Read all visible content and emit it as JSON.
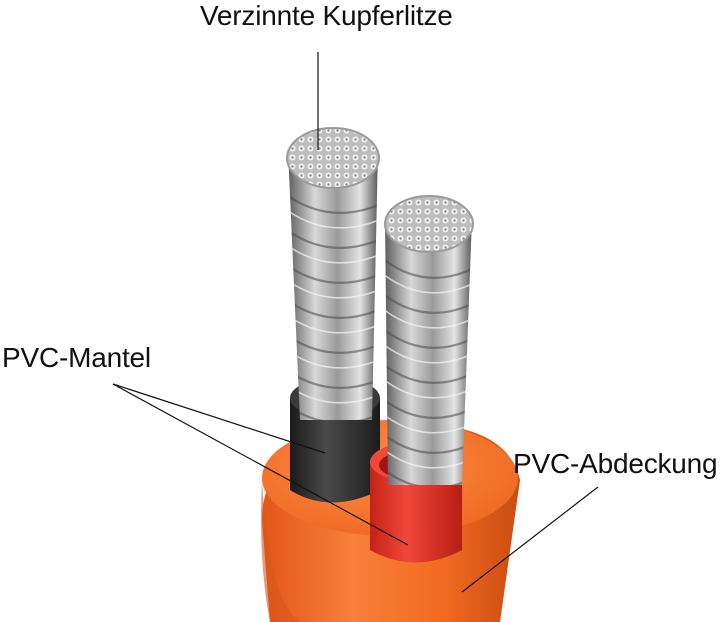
{
  "labels": {
    "copper_strand": "Verzinnte Kupferlitze",
    "pvc_jacket": "PVC-Mantel",
    "pvc_cover": "PVC-Abdeckung"
  },
  "colors": {
    "outer_jacket": "#f26a22",
    "outer_jacket_dark": "#c94c10",
    "insulation_black": "#2b2b2b",
    "insulation_red": "#e63a2a",
    "strand_light": "#dcdcdc",
    "strand_dark": "#6f6f6f",
    "leader_line": "#111111"
  }
}
